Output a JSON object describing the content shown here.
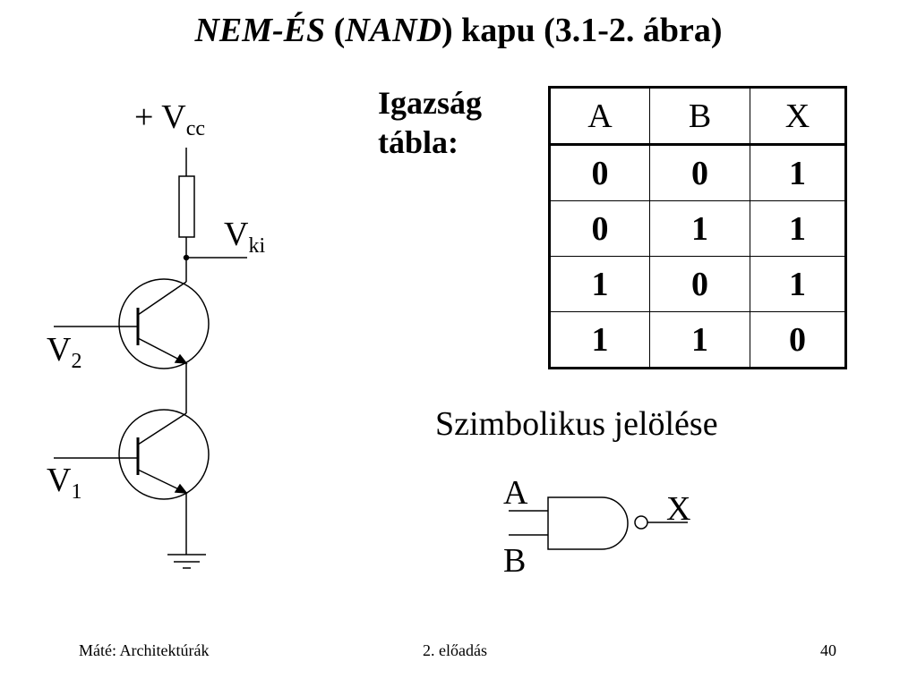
{
  "title": {
    "part1": "NEM-ÉS",
    "part2": " (",
    "part3": "NAND",
    "part4": ") kapu (3.1-2. ábra)"
  },
  "circuit": {
    "vcc_prefix": "+ V",
    "vcc_sub": "cc",
    "vout_main": "V",
    "vout_sub": "ki",
    "v2_main": "V",
    "v2_sub": "2",
    "v1_main": "V",
    "v1_sub": "1"
  },
  "truth_table": {
    "heading_line1": "Igazság",
    "heading_line2": "tábla:",
    "headers": [
      "A",
      "B",
      "X"
    ],
    "rows": [
      [
        "0",
        "0",
        "1"
      ],
      [
        "0",
        "1",
        "1"
      ],
      [
        "1",
        "0",
        "1"
      ],
      [
        "1",
        "1",
        "0"
      ]
    ]
  },
  "symbol": {
    "heading": "Szimbolikus jelölése",
    "input_a": "A",
    "input_b": "B",
    "output": "X"
  },
  "footer": {
    "left": "Máté: Architektúrák",
    "center": "2. előadás",
    "right": "40"
  }
}
